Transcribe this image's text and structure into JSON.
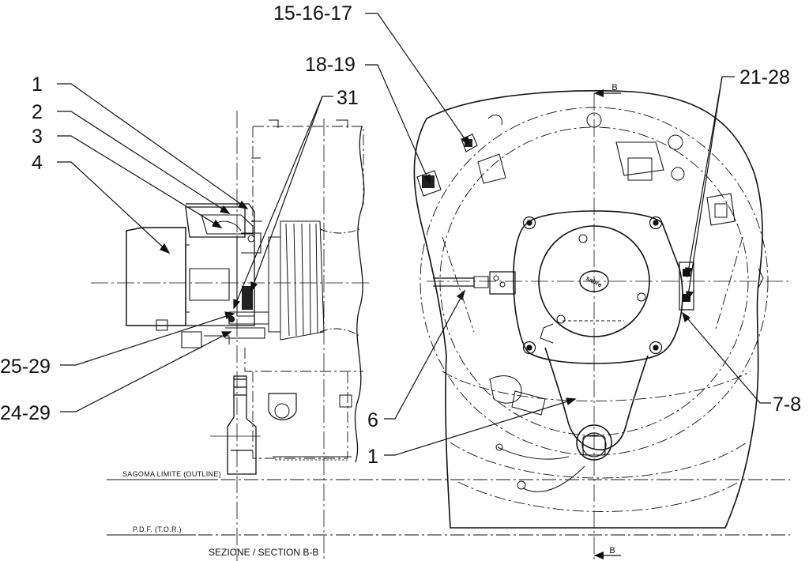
{
  "callouts": {
    "c15_16_17": "15-16-17",
    "c18_19": "18-19",
    "c21_28": "21-28",
    "c1_top": "1",
    "c2": "2",
    "c3": "3",
    "c4": "4",
    "c31": "31",
    "c25_29": "25-29",
    "c24_29": "24-29",
    "c6": "6",
    "c1_bottom": "1",
    "c7_8": "7-8"
  },
  "section_markers": {
    "top": "B",
    "bottom": "B"
  },
  "notes": {
    "outline": "SAGOMA LIMITE (OUTLINE)",
    "tor": "P.D.F. (T.O.R.)",
    "section_caption": "SEZIONE / SECTION B-B"
  },
  "logo": "sabre"
}
